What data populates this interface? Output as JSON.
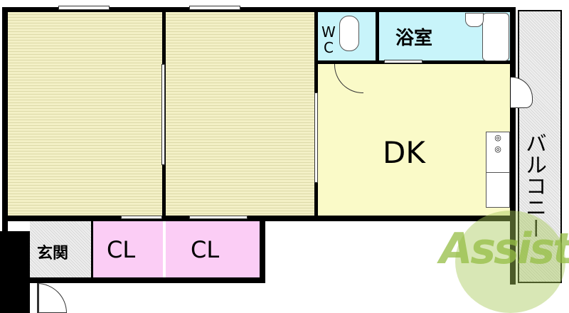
{
  "rooms": {
    "wc": {
      "label_w": "W",
      "label_c": "C",
      "color": "#c8f4fa"
    },
    "bath": {
      "label": "浴室",
      "color": "#c8f4fa"
    },
    "dk": {
      "label": "DK",
      "color": "#fafac8"
    },
    "balcony": {
      "label": "バルコニー",
      "color": "#e6e6e6"
    },
    "entrance": {
      "label": "玄関",
      "color": "#e6e6e6"
    },
    "closet1": {
      "label": "CL",
      "color": "#fbcdf5"
    },
    "closet2": {
      "label": "CL",
      "color": "#fbcdf5"
    },
    "tatami_color": "#f3f0c6"
  },
  "watermark": {
    "text": "Assist",
    "color": "#a9c95a"
  }
}
